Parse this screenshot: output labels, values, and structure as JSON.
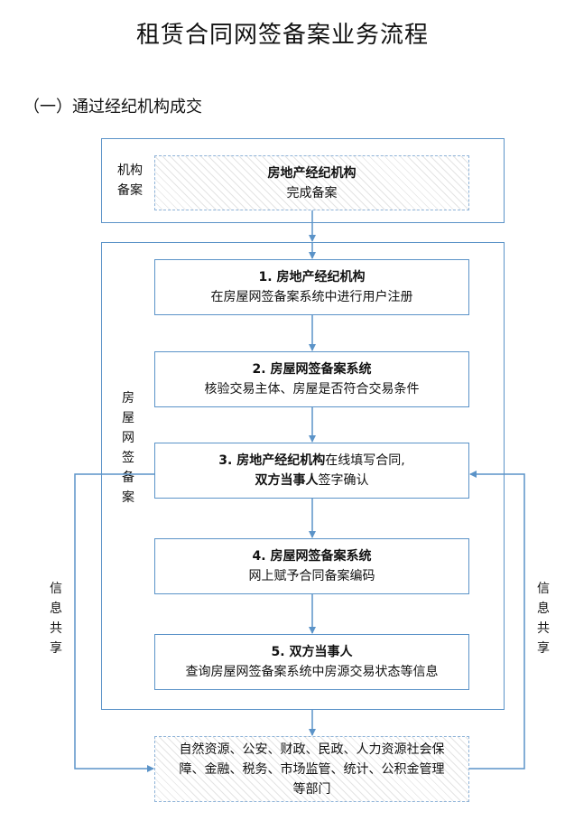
{
  "title": "租赁合同网签备案业务流程",
  "subtitle": "（一）通过经纪机构成交",
  "agency_filing": {
    "side_label_lines": [
      "机构",
      "备案"
    ],
    "box_title": "房地产经纪机构",
    "box_text": "完成备案"
  },
  "housing_filing_label": [
    "房",
    "屋",
    "网",
    "签",
    "备",
    "案"
  ],
  "steps": [
    {
      "bold": "1. 房地产经纪机构",
      "text": "在房屋网签备案系统中进行用户注册"
    },
    {
      "bold": "2. 房屋网签备案系统",
      "text": "核验交易主体、房屋是否符合交易条件"
    },
    {
      "line1_bold": "3. 房地产经纪机构",
      "line1_text": "在线填写合同,",
      "line2_bold": "双方当事人",
      "line2_text": "签字确认"
    },
    {
      "bold": "4. 房屋网签备案系统",
      "text": "网上赋予合同备案编码"
    },
    {
      "bold": "5. 双方当事人",
      "text": "查询房屋网签备案系统中房源交易状态等信息"
    }
  ],
  "info_share_label": [
    "信",
    "息",
    "共",
    "享"
  ],
  "departments": {
    "lines": [
      "自然资源、公安、财政、民政、人力资源社会保",
      "障、金融、税务、市场监管、统计、公积金管理",
      "等部门"
    ]
  },
  "colors": {
    "border": "#5b93c8",
    "dashed": "#8eb3d8",
    "hatch": "#e4e4e4"
  }
}
